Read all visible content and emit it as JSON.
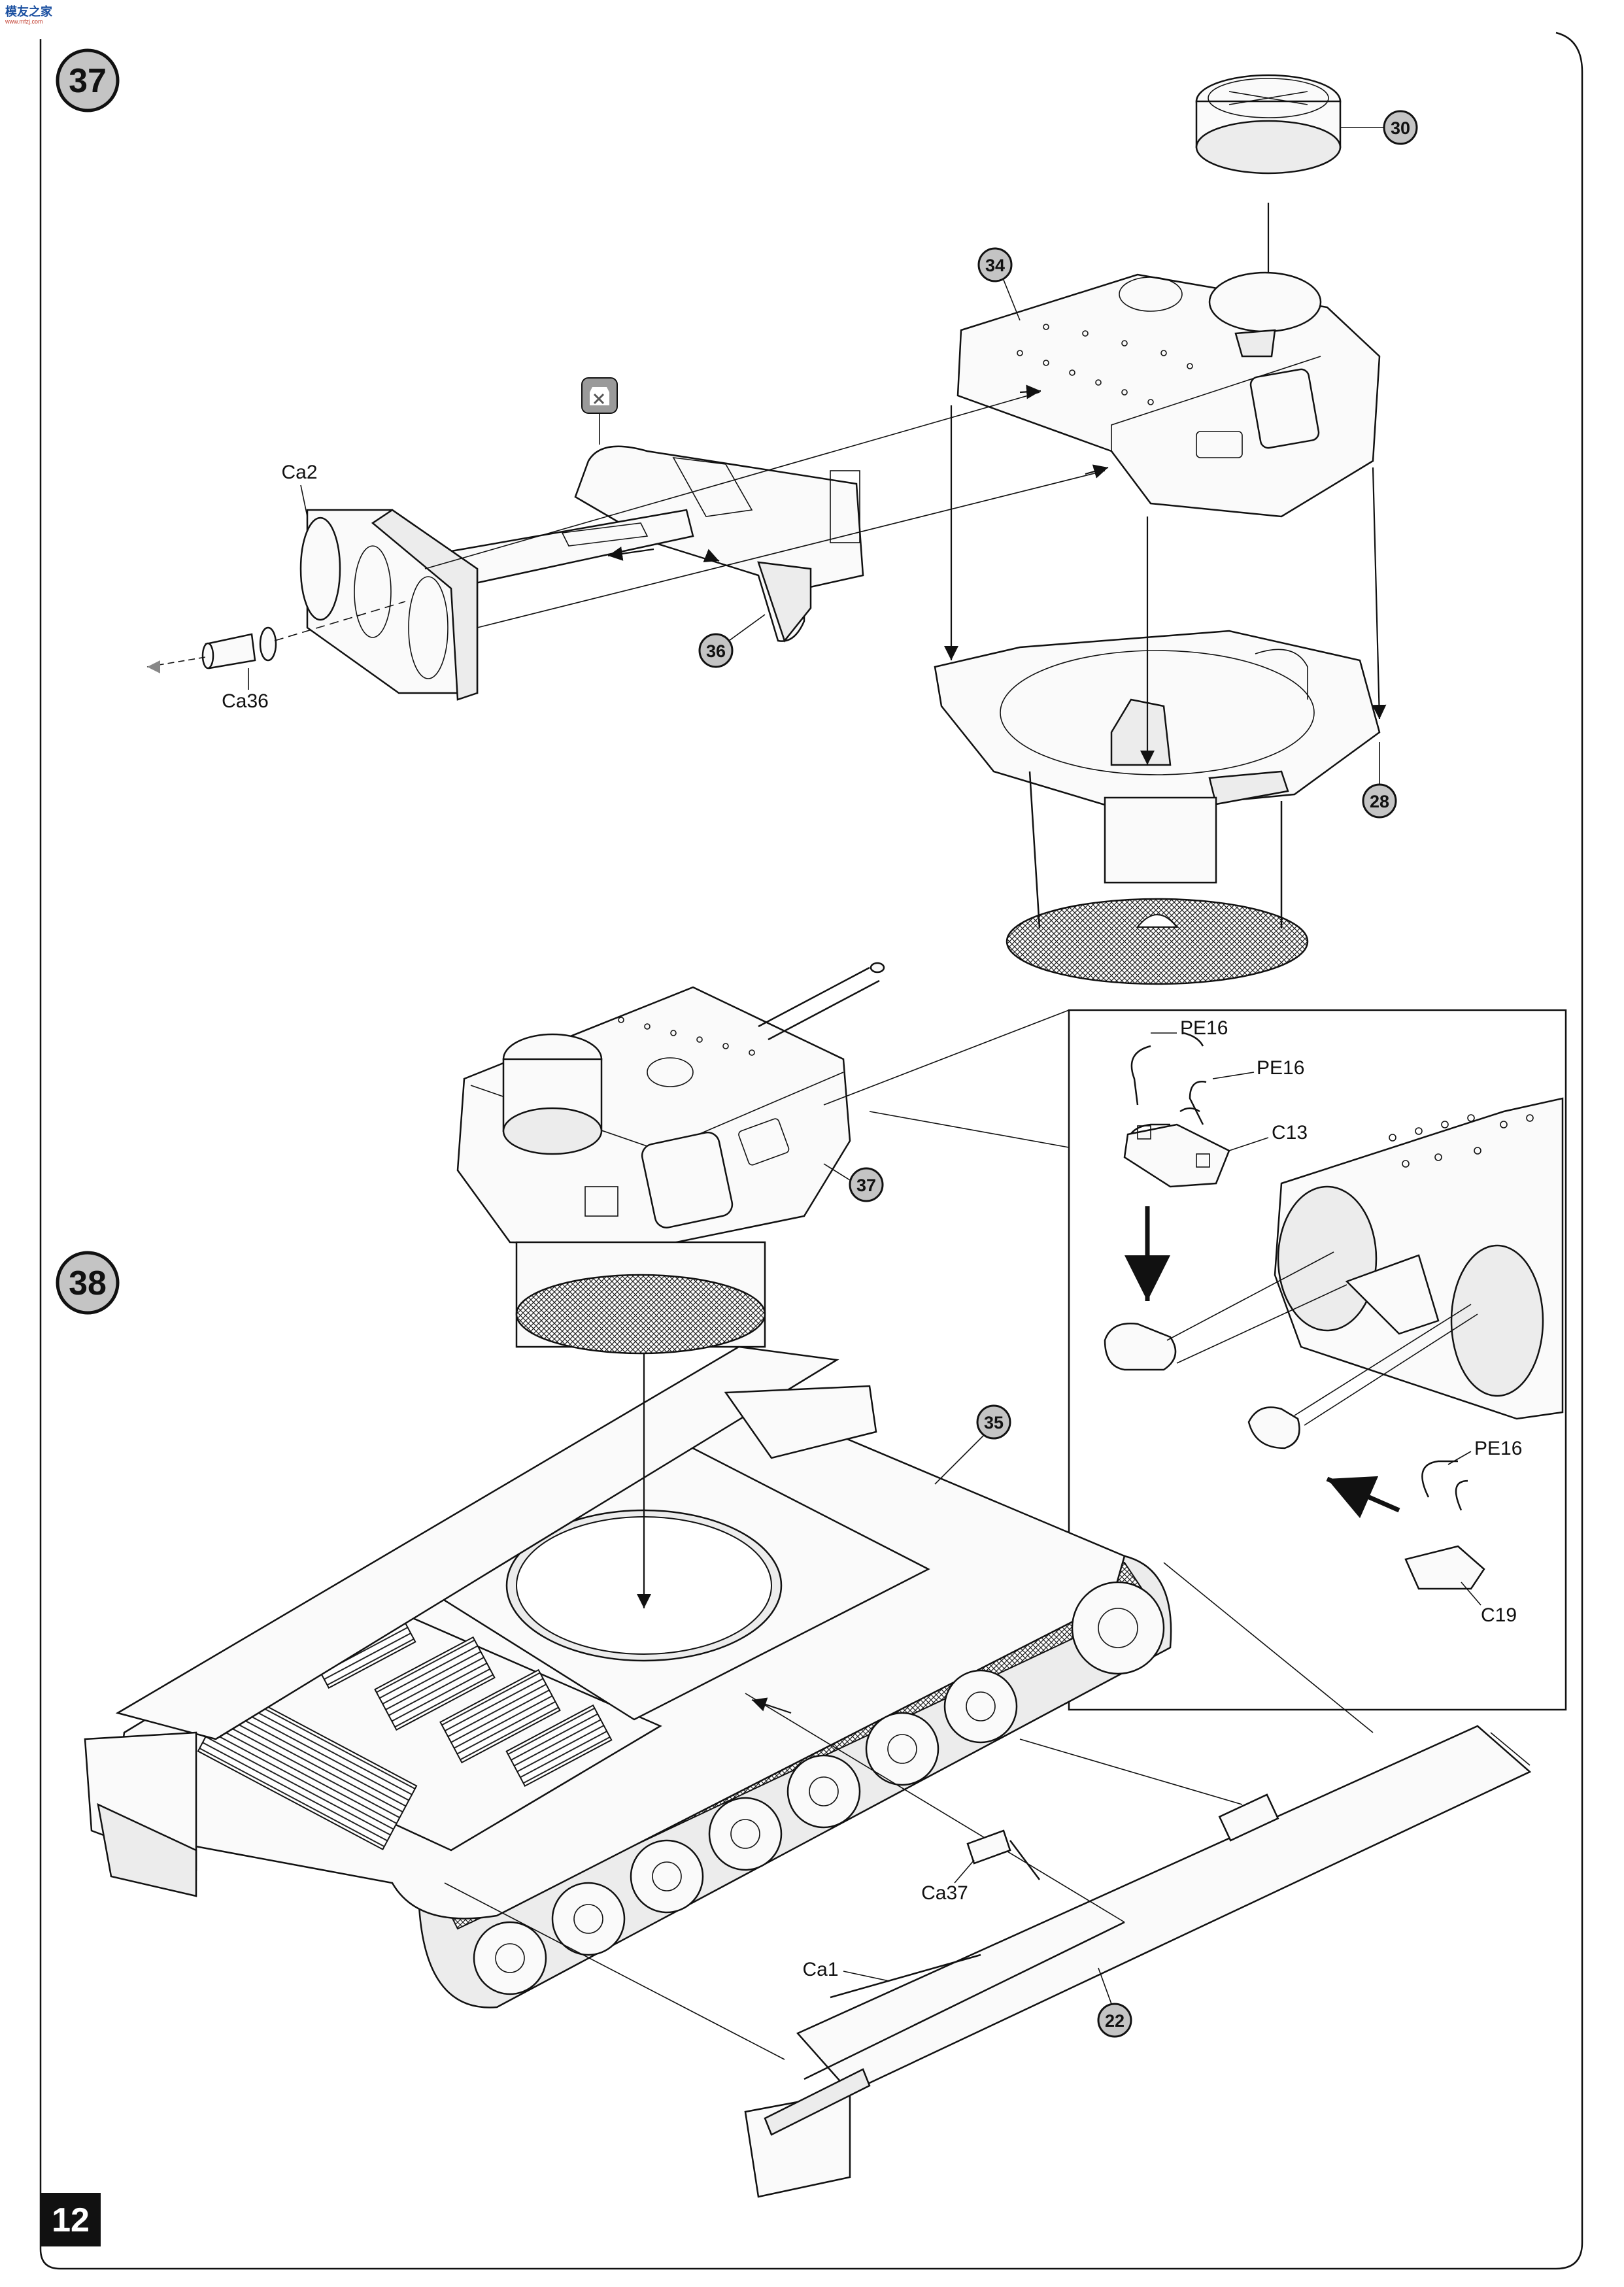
{
  "header": {
    "logo_text": "模友之家",
    "logo_sub": "www.mfzj.com"
  },
  "page_number": "12",
  "steps": [
    {
      "number": "37",
      "callouts": {
        "sub_30": "30",
        "sub_34": "34",
        "sub_36": "36",
        "sub_28": "28"
      },
      "part_labels": {
        "ca2": "Ca2",
        "ca36": "Ca36"
      },
      "icon": "do-not-glue-icon"
    },
    {
      "number": "38",
      "callouts": {
        "sub_37": "37",
        "sub_35": "35",
        "sub_22": "22"
      },
      "part_labels": {
        "ca37": "Ca37",
        "ca1": "Ca1"
      },
      "detail_labels": {
        "pe16_a": "PE16",
        "pe16_b": "PE16",
        "c13": "C13",
        "pe16_c": "PE16",
        "c19": "C19"
      }
    }
  ]
}
